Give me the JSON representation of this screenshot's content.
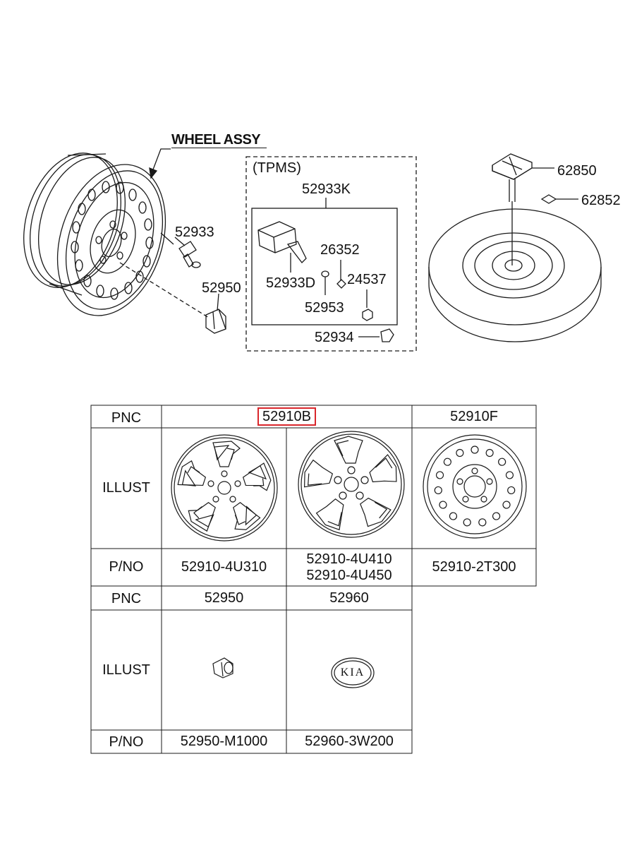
{
  "diagram": {
    "wheel_assy_title": "WHEEL ASSY",
    "tpms_group_label": "(TPMS)",
    "callouts": {
      "c52933": "52933",
      "c52950": "52950",
      "c52933K": "52933K",
      "c26352": "26352",
      "c52933D": "52933D",
      "c24537": "24537",
      "c52953": "52953",
      "c52934": "52934",
      "c62850": "62850",
      "c62852": "62852"
    }
  },
  "parts_table": {
    "row_labels": {
      "pnc": "PNC",
      "illust": "ILLUST",
      "pno": "P/NO"
    },
    "group1": {
      "pnc_left": "52910B",
      "pnc_right": "52910F",
      "pno_col1": "52910-4U310",
      "pno_col2_a": "52910-4U410",
      "pno_col2_b": "52910-4U450",
      "pno_col3": "52910-2T300"
    },
    "group2": {
      "pnc_col1": "52950",
      "pnc_col2": "52960",
      "pno_col1": "52950-M1000",
      "pno_col2": "52960-3W200"
    },
    "emblem_text": "KIA"
  },
  "colors": {
    "line": "#1a1a1a",
    "highlight": "#d9262b"
  }
}
